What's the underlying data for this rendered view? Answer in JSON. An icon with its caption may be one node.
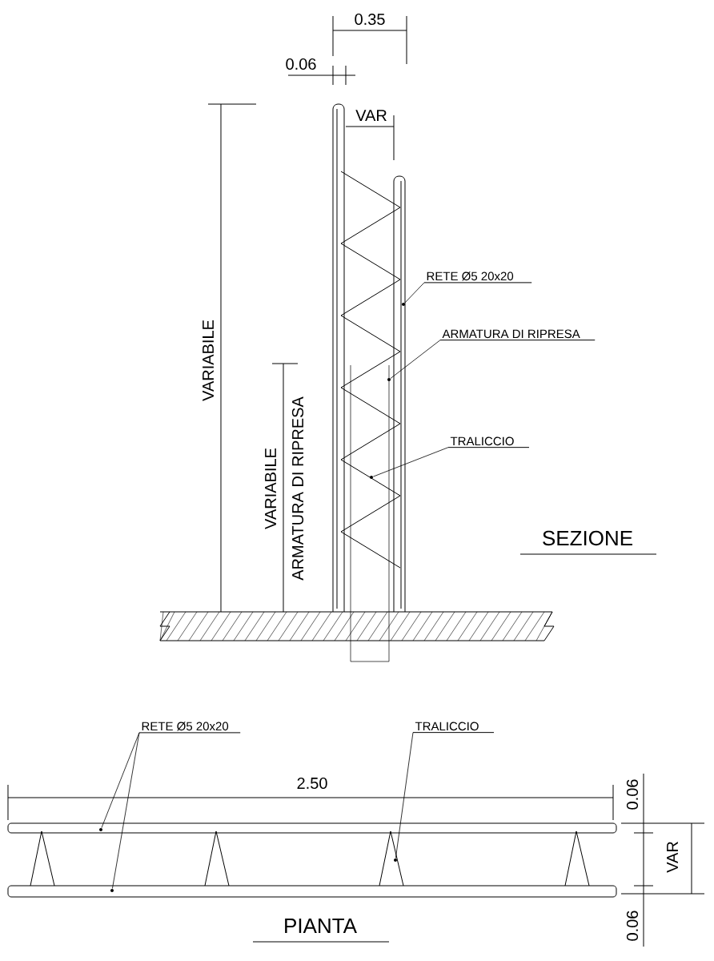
{
  "diagram": {
    "nodes": [
      {
        "text": [
          "RETE Ø5 20x20"
        ]
      },
      {
        "text": [],
        "shape": "circle"
      },
      {
        "text": [
          "ARMATURA DI RIPRESA"
        ]
      },
      {
        "text": [],
        "shape": "circle"
      },
      {
        "text": [
          "TRALICCIO"
        ]
      },
      {
        "text": [],
        "shape": "circle"
      },
      {
        "text": [
          "RETE Ø5 20x20"
        ]
      },
      {
        "text": [],
        "shape": "circle"
      },
      {
        "text": [],
        "shape": "circle"
      },
      {
        "text": [
          "TRALICCIO"
        ]
      },
      {
        "text": [],
        "shape": "circle"
      }
    ],
    "edges": [
      {
        "from": 0,
        "to": 1,
        "arrow": "none"
      },
      {
        "from": 2,
        "to": 3,
        "arrow": "none"
      },
      {
        "from": 4,
        "to": 5,
        "arrow": "none"
      },
      {
        "from": 6,
        "to": 7,
        "arrow": "none"
      },
      {
        "from": 6,
        "to": 8,
        "arrow": "none"
      },
      {
        "from": 9,
        "to": 10,
        "arrow": "none"
      }
    ],
    "labels": [
      "0.35",
      "0.06",
      "VAR",
      "VARIABILE",
      "VARIABILE",
      "ARMATURA DI RIPRESA",
      "SEZIONE",
      "2.50",
      "0.06",
      "VAR",
      "0.06",
      "PIANTA"
    ]
  }
}
